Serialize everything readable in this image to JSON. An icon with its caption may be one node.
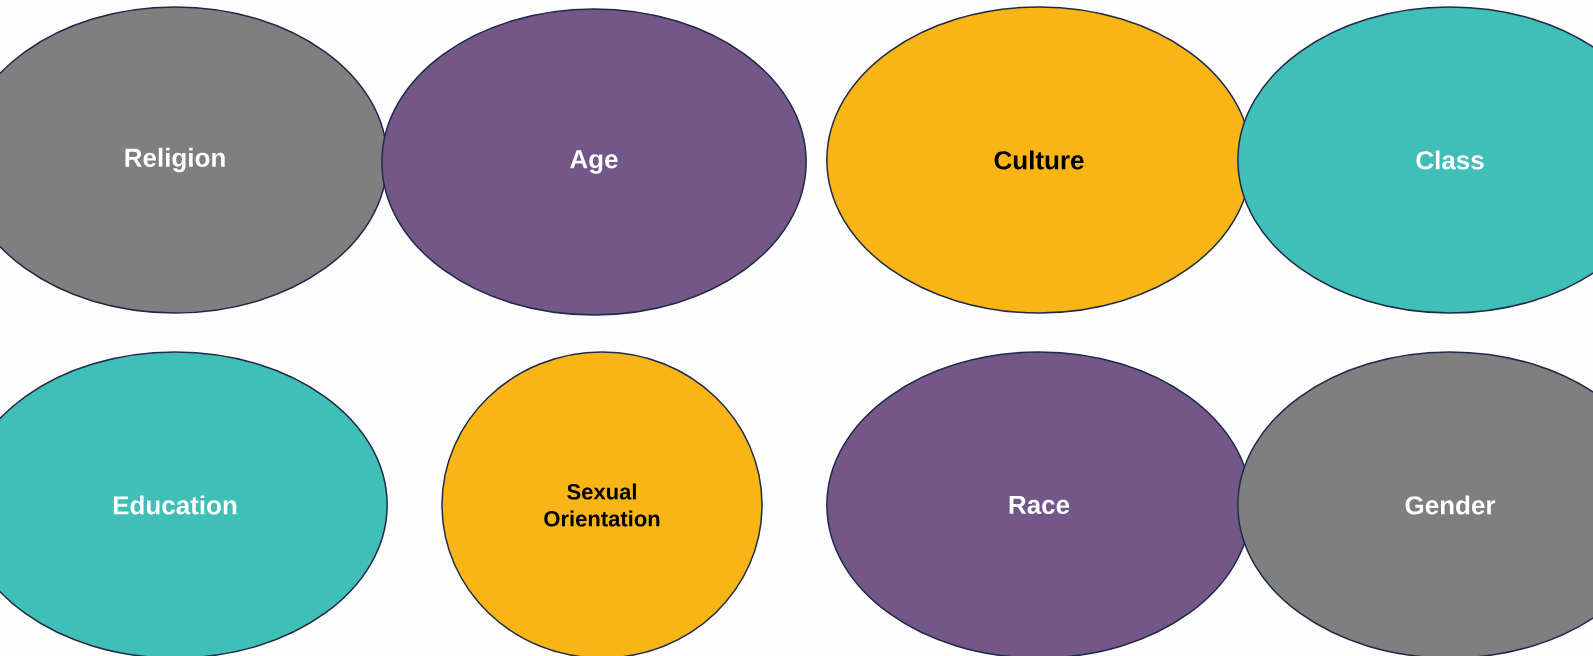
{
  "diagram": {
    "nodes": [
      {
        "text": [
          "Religion"
        ]
      },
      {
        "text": [
          "Age"
        ]
      },
      {
        "text": [
          "Culture"
        ]
      },
      {
        "text": [
          "Class"
        ]
      },
      {
        "text": [
          "Education"
        ]
      },
      {
        "text": [
          "Sexual Orientation"
        ]
      },
      {
        "text": [
          "Race"
        ]
      },
      {
        "text": [
          "Gender"
        ]
      }
    ]
  }
}
